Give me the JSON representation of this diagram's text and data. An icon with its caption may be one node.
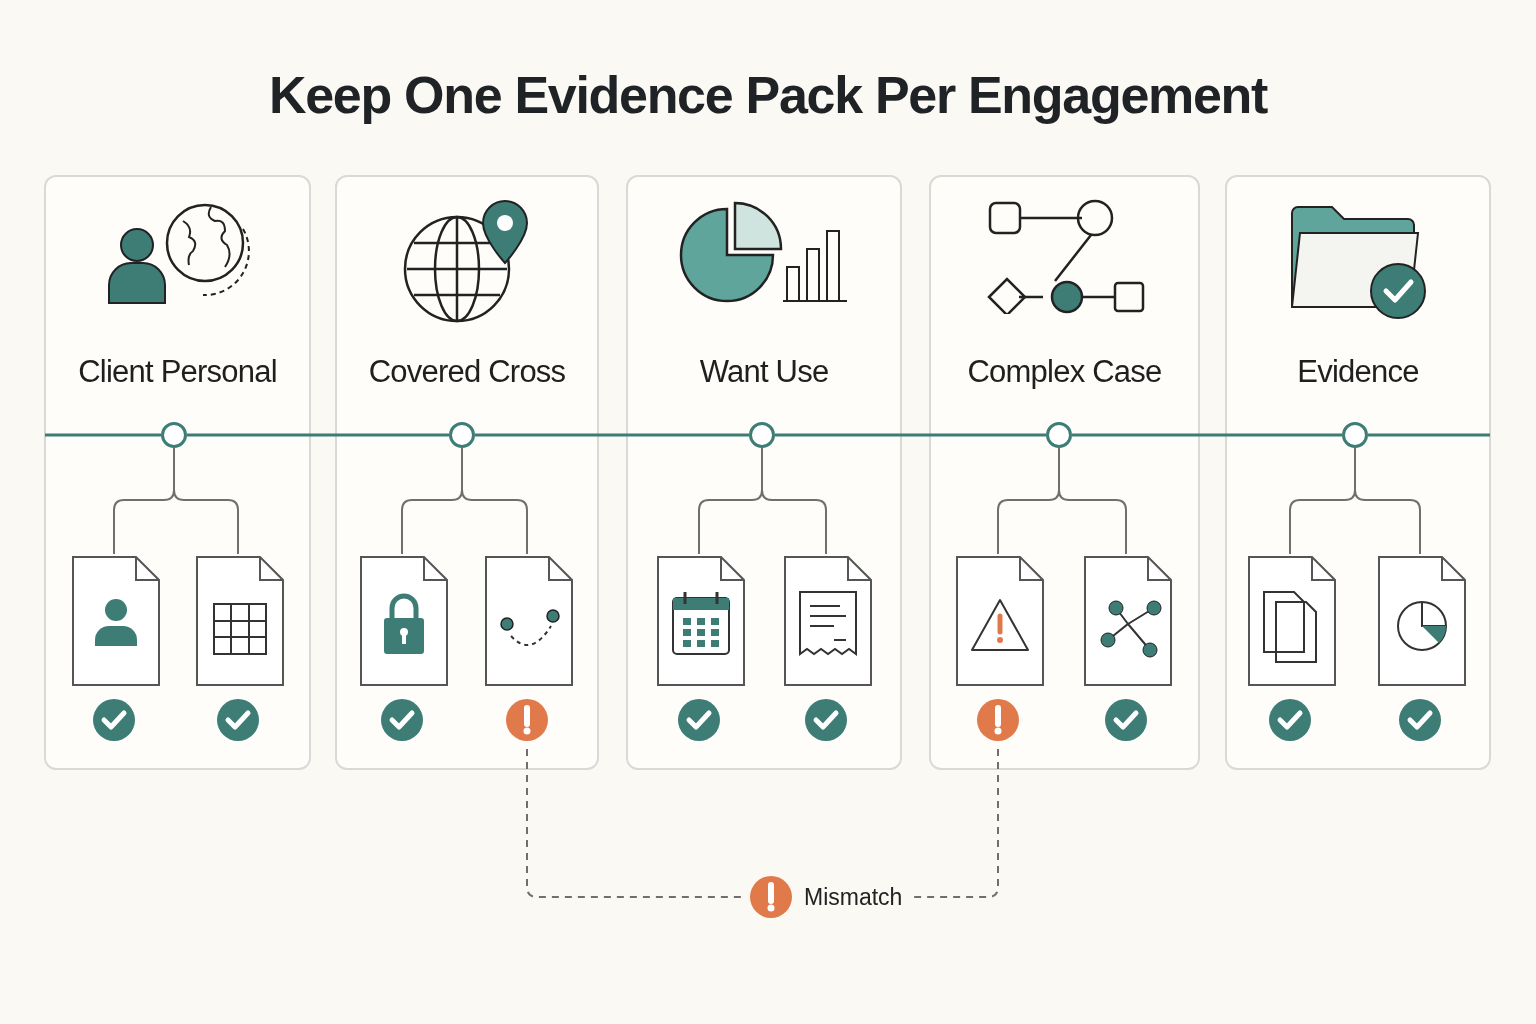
{
  "diagram": {
    "title": "Keep One Evidence Pack Per Engagement",
    "nodes": [
      {
        "text": [
          "Client Personal"
        ]
      },
      {
        "text": [
          "Covered Cross"
        ]
      },
      {
        "text": [
          "Want Use"
        ]
      },
      {
        "text": [
          "Complex Case"
        ]
      },
      {
        "text": [
          "Evidence"
        ]
      },
      {
        "text": [],
        "shape": "circle",
        "in": 0
      },
      {
        "text": [],
        "shape": "document",
        "in": 0
      },
      {
        "text": [],
        "shape": "document",
        "in": 0
      },
      {
        "text": [],
        "shape": "circle",
        "in": 1
      },
      {
        "text": [],
        "shape": "document",
        "in": 1
      },
      {
        "text": [],
        "shape": "document",
        "in": 1
      },
      {
        "text": [],
        "shape": "circle",
        "in": 2
      },
      {
        "text": [],
        "shape": "document",
        "in": 2
      },
      {
        "text": [],
        "shape": "document",
        "in": 2
      },
      {
        "text": [],
        "shape": "circle",
        "in": 3
      },
      {
        "text": [],
        "shape": "document",
        "in": 3
      },
      {
        "text": [],
        "shape": "document",
        "in": 3
      },
      {
        "text": [],
        "shape": "circle",
        "in": 4
      },
      {
        "text": [],
        "shape": "document",
        "in": 4
      },
      {
        "text": [],
        "shape": "document",
        "in": 4
      },
      {
        "text": [],
        "shape": "circle",
        "in": 1
      },
      {
        "text": [],
        "shape": "circle",
        "in": 3
      },
      {
        "text": [
          "Mismatch"
        ]
      }
    ],
    "edges": [
      {
        "from": null,
        "to": 5,
        "arrow": "none",
        "color": "#3d7d76"
      },
      {
        "from": 5,
        "to": 8,
        "arrow": "none",
        "color": "#3d7d76"
      },
      {
        "from": 8,
        "to": 11,
        "arrow": "none",
        "color": "#3d7d76"
      },
      {
        "from": 11,
        "to": 14,
        "arrow": "none",
        "color": "#3d7d76"
      },
      {
        "from": 14,
        "to": 17,
        "arrow": "none",
        "color": "#3d7d76"
      },
      {
        "from": 17,
        "to": null,
        "arrow": "none",
        "color": "#3d7d76"
      },
      {
        "from": 5,
        "to": 6,
        "arrow": "none"
      },
      {
        "from": 5,
        "to": 7,
        "arrow": "none"
      },
      {
        "from": 8,
        "to": 9,
        "arrow": "none"
      },
      {
        "from": 8,
        "to": 10,
        "arrow": "none"
      },
      {
        "from": 11,
        "to": 12,
        "arrow": "none"
      },
      {
        "from": 11,
        "to": 13,
        "arrow": "none"
      },
      {
        "from": 14,
        "to": 15,
        "arrow": "none"
      },
      {
        "from": 14,
        "to": 16,
        "arrow": "none"
      },
      {
        "from": 17,
        "to": 18,
        "arrow": "none"
      },
      {
        "from": 17,
        "to": 19,
        "arrow": "none"
      },
      {
        "from": 20,
        "to": 22,
        "arrow": "none",
        "style": "dashed"
      },
      {
        "from": 21,
        "to": 22,
        "arrow": "none",
        "style": "dashed"
      }
    ]
  }
}
